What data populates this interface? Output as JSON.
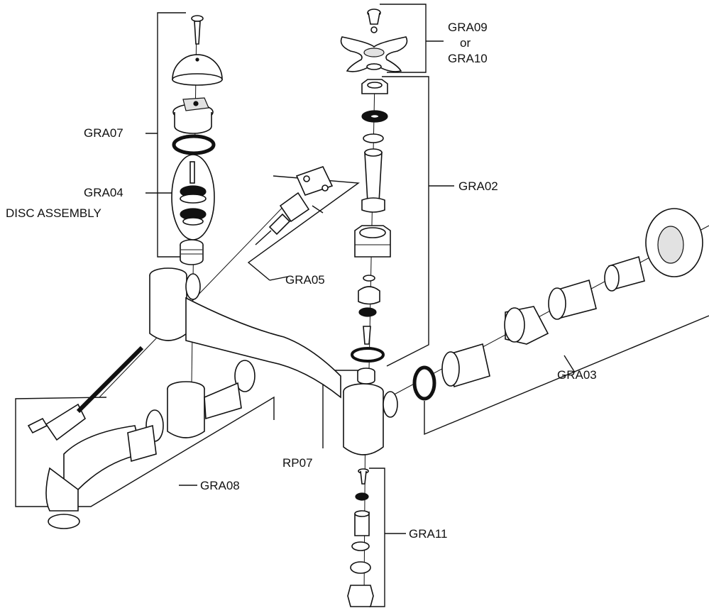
{
  "labels": {
    "gra09": "GRA09",
    "or": "or",
    "gra10": "GRA10",
    "gra07": "GRA07",
    "gra04": "GRA04",
    "disc_assembly": "DISC ASSEMBLY",
    "gra02": "GRA02",
    "gra05": "GRA05",
    "gra03": "GRA03",
    "rp07": "RP07",
    "gra08": "GRA08",
    "gra11": "GRA11"
  }
}
